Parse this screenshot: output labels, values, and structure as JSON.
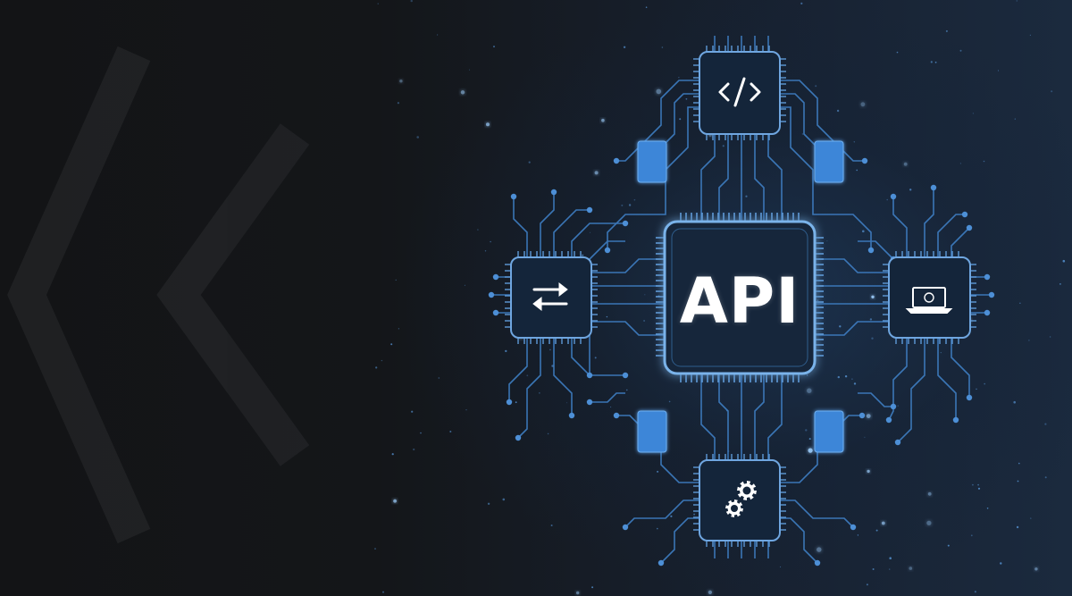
{
  "image": {
    "description_tags": [
      "circuit-board",
      "processor-chip",
      "network"
    ],
    "main_chip": {
      "label": "API"
    },
    "satellite_chips": [
      {
        "icon": "code-icon"
      },
      {
        "icon": "swap-arrows-icon"
      },
      {
        "icon": "laptop-icon"
      },
      {
        "icon": "gears-icon"
      }
    ],
    "colors": {
      "background": "#131416",
      "circuit_line": "#3f7fc4",
      "chip_fill": "#14253a",
      "chip_border": "#6fa6e0",
      "text": "#ffffff"
    }
  }
}
